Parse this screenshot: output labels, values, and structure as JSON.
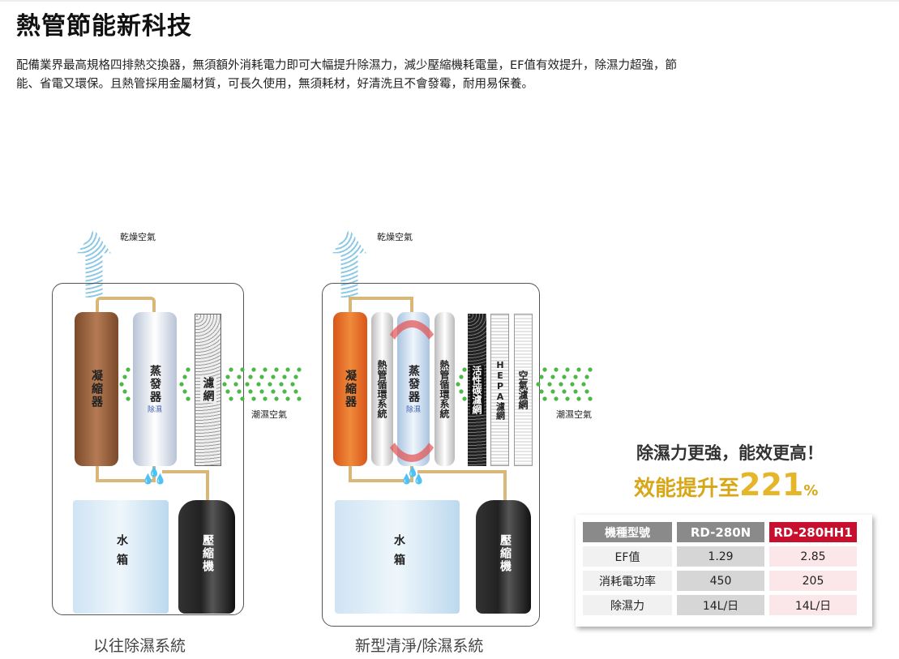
{
  "title": "熱管節能新科技",
  "description": "配備業界最高規格四排熱交換器，無須額外消耗電力即可大幅提升除濕力，減少壓縮機耗電量，EF值有效提升，除濕力超強，節能、省電又環保。且熱管採用金屬材質，可長久使用，無須耗材，好清洗且不會發霉，耐用易保養。",
  "old_system": {
    "caption": "以往除濕系統",
    "dry_air": "乾燥空氣",
    "humid_air": "潮濕空氣",
    "condenser": "凝縮器",
    "evaporator": "蒸發器",
    "dehumid": "除濕",
    "filter": "濾網",
    "tank": "水箱",
    "compressor": "壓縮機"
  },
  "new_system": {
    "caption": "新型清淨/除濕系統",
    "dry_air": "乾燥空氣",
    "humid_air": "潮濕空氣",
    "condenser": "凝縮器",
    "heat_pipe": "熱管循環系統",
    "evaporator": "蒸發器",
    "dehumid": "除濕",
    "carbon": "活性碳濾網",
    "hepa": "HEPA濾網",
    "air_filter": "空氣濾網",
    "tank": "水箱",
    "compressor": "壓縮機"
  },
  "headline": "除濕力更強，能效更高！",
  "promo": {
    "prefix": "效能提升至",
    "value": "221",
    "unit": "%"
  },
  "table": {
    "headers": [
      "機種型號",
      "RD-280N",
      "RD-280HH1"
    ],
    "rows": [
      [
        "EF值",
        "1.29",
        "2.85"
      ],
      [
        "消耗電功率",
        "450",
        "205"
      ],
      [
        "除濕力",
        "14L/日",
        "14L/日"
      ]
    ]
  },
  "colors": {
    "accent_red": "#c8102e",
    "gold": "#d8a719",
    "green": "#4cb848"
  }
}
